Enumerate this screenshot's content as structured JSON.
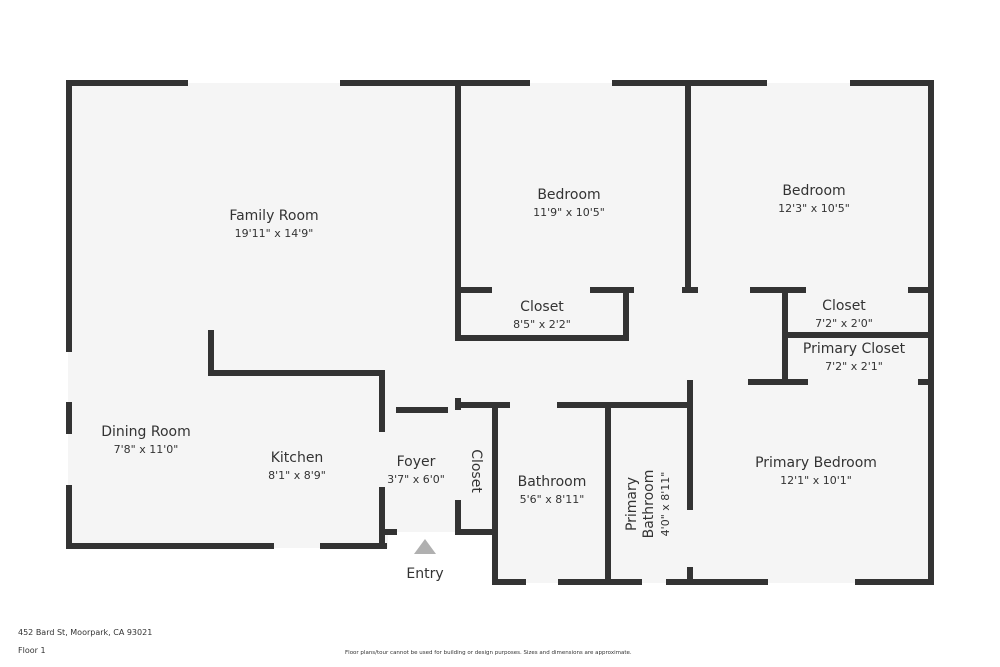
{
  "colors": {
    "wall": "#333333",
    "floor": "#f5f5f5",
    "entry_arrow": "#b0b0b0"
  },
  "rooms": [
    {
      "name": "Family Room",
      "dims": "19'11\" x 14'9\""
    },
    {
      "name": "Bedroom",
      "dims": "11'9\" x 10'5\""
    },
    {
      "name": "Bedroom",
      "dims": "12'3\" x 10'5\""
    },
    {
      "name": "Closet",
      "dims": "8'5\" x 2'2\""
    },
    {
      "name": "Closet",
      "dims": "7'2\" x 2'0\""
    },
    {
      "name": "Primary Closet",
      "dims": "7'2\" x 2'1\""
    },
    {
      "name": "Dining Room",
      "dims": "7'8\" x 11'0\""
    },
    {
      "name": "Kitchen",
      "dims": "8'1\" x 8'9\""
    },
    {
      "name": "Foyer",
      "dims": "3'7\" x 6'0\""
    },
    {
      "name": "Closet",
      "dims": ""
    },
    {
      "name": "Bathroom",
      "dims": "5'6\" x 8'11\""
    },
    {
      "name": "Primary Bathroom",
      "name_line1": "Primary",
      "name_line2": "Bathroom",
      "dims": "4'0\" x 8'11\""
    },
    {
      "name": "Primary Bedroom",
      "dims": "12'1\" x 10'1\""
    }
  ],
  "entry_label": "Entry",
  "footer": {
    "address": "452 Bard St, Moorpark, CA 93021",
    "floor": "Floor 1",
    "disclaimer": "Floor plans/tour cannot be used for building or design purposes. Sizes and dimensions are approximate."
  }
}
